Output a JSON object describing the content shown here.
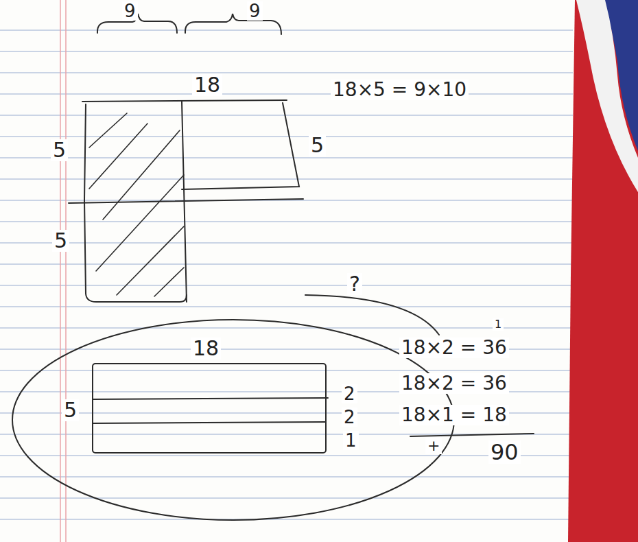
{
  "diagram": {
    "labels": [
      "9",
      "9",
      "18",
      "18×5 = 9×10",
      "5",
      "5",
      "5",
      "?",
      "1",
      "18",
      "18×2 = 36",
      "2",
      "18×2 = 36",
      "2",
      "5",
      "18×1 = 18",
      "1",
      "+",
      "90"
    ]
  }
}
